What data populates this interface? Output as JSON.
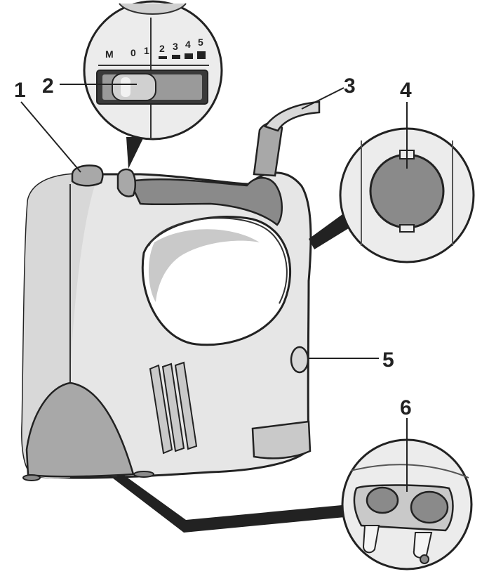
{
  "callouts": [
    "1",
    "2",
    "3",
    "4",
    "5",
    "6"
  ],
  "speed_scale": [
    "M",
    "0",
    "1",
    "2",
    "3",
    "4",
    "5"
  ],
  "colors": {
    "outline": "#222222",
    "body": "#e6e6e6",
    "body_shade": "#c9c9c9",
    "dark_grey": "#8a8a8a",
    "mid_grey": "#a8a8a8",
    "line": "#333333"
  }
}
